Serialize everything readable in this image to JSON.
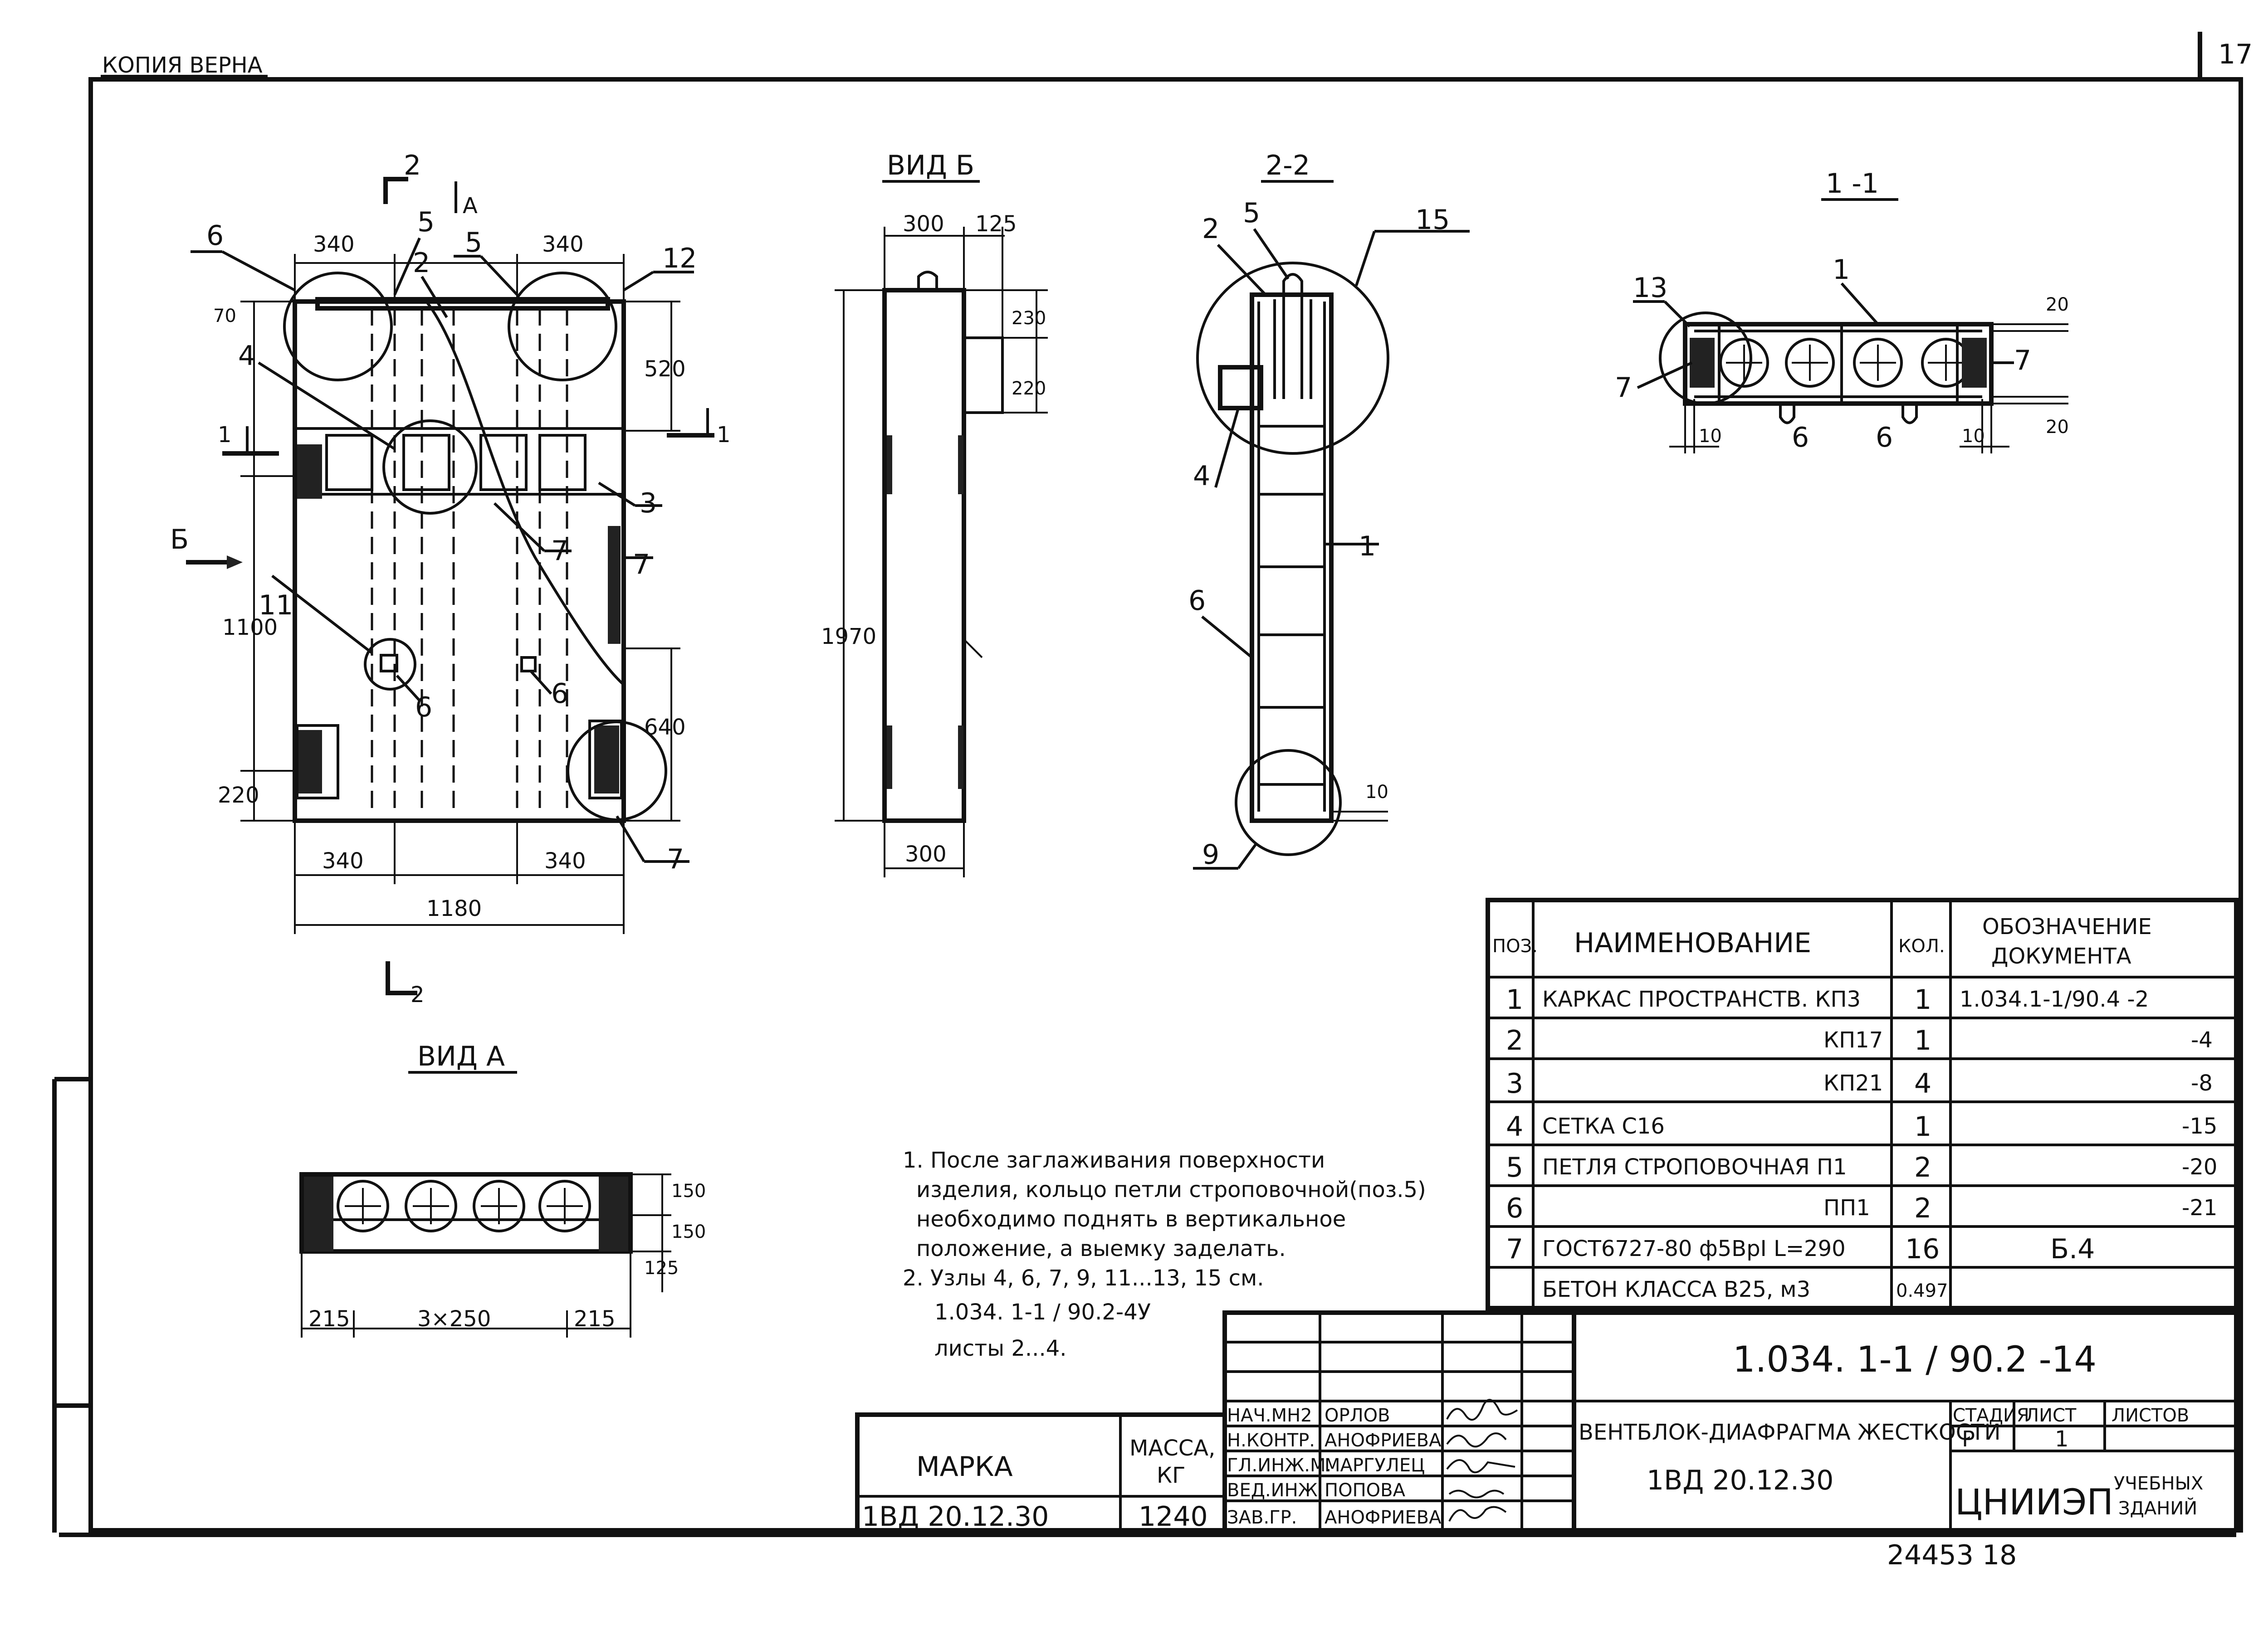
{
  "header": {
    "stamp": "КОПИЯ ВЕРНА",
    "page_number": "17"
  },
  "views": {
    "main": {
      "section_mark": "2",
      "view_mark": "А",
      "dims": {
        "top_left": "340",
        "top_right": "340",
        "d70": "70",
        "d520": "520",
        "d1100": "1100",
        "d640": "640",
        "d220": "220",
        "bottom_left": "340",
        "bottom_right": "340",
        "total": "1180"
      },
      "callouts": {
        "c6a": "6",
        "c5a": "5",
        "c5b": "5",
        "c2": "2",
        "c12": "12",
        "c4": "4",
        "c3": "3",
        "c7a": "7",
        "c7b": "7",
        "c11": "11",
        "c6b": "6",
        "c6c": "6",
        "c7c": "7",
        "section1": "1",
        "section1b": "1",
        "viewB_arrow": "Б"
      },
      "bottom_section_mark": "2"
    },
    "view_b": {
      "title": "ВИД Б",
      "d300_top": "300",
      "d125": "125",
      "d230": "230",
      "d220": "220",
      "d1970": "1970",
      "d300_bottom": "300"
    },
    "section_22": {
      "title": "2-2",
      "c2": "2",
      "c5": "5",
      "c15": "15",
      "c4": "4",
      "c1": "1",
      "c6": "6",
      "c9": "9",
      "d10": "10"
    },
    "section_11": {
      "title": "1 -1",
      "c1": "1",
      "c13": "13",
      "c7a": "7",
      "c7b": "7",
      "c6a": "6",
      "c6b": "6",
      "d20a": "20",
      "d20b": "20",
      "d10a": "10",
      "d10b": "10"
    },
    "view_a": {
      "title": "ВИД А",
      "d215a": "215",
      "dmid": "3×250",
      "d215b": "215",
      "d150a": "150",
      "d150b": "150",
      "d125": "125"
    }
  },
  "notes": [
    "1. После заглаживания поверхности",
    "изделия, кольцо петли строповочной(поз.5)",
    "необходимо поднять в вертикальное",
    "положение, а выемку заделать.",
    "2. Узлы 4, 6, 7, 9, 11...13, 15 см.",
    "1.034. 1-1 / 90.2-4У",
    "листы 2...4."
  ],
  "spec_table": {
    "headers": {
      "pos": "ПОЗ.",
      "name": "НАИМЕНОВАНИЕ",
      "qty": "КОЛ.",
      "doc_line1": "ОБОЗНАЧЕНИЕ",
      "doc_line2": "ДОКУМЕНТА"
    },
    "rows": [
      {
        "pos": "1",
        "name": "КАРКАС ПРОСТРАНСТВ. КП3",
        "qty": "1",
        "doc": "1.034.1-1/90.4 -2"
      },
      {
        "pos": "2",
        "name": "КП17",
        "qty": "1",
        "doc": "-4"
      },
      {
        "pos": "3",
        "name": "КП21",
        "qty": "4",
        "doc": "-8"
      },
      {
        "pos": "4",
        "name": "СЕТКА С16",
        "qty": "1",
        "doc": "-15"
      },
      {
        "pos": "5",
        "name": "ПЕТЛЯ СТРОПОВОЧНАЯ П1",
        "qty": "2",
        "doc": "-20"
      },
      {
        "pos": "6",
        "name": "ПП1",
        "qty": "2",
        "doc": "-21"
      },
      {
        "pos": "7",
        "name": "ГОСТ6727-80 ф5ВрI L=290",
        "qty": "16",
        "doc": "Б.4"
      },
      {
        "pos": "",
        "name": "БЕТОН КЛАССА В25, м3",
        "qty": "0.497",
        "doc": ""
      }
    ]
  },
  "mark_table": {
    "mark_header": "МАРКА",
    "mass_header_1": "МАССА,",
    "mass_header_2": "КГ",
    "mark": "1ВД 20.12.30",
    "mass": "1240"
  },
  "title_block": {
    "doc_number": "1.034. 1-1 / 90.2 -14",
    "title": "ВЕНТБЛОК-ДИАФРАГМА ЖЕСТКОСТИ",
    "product": "1ВД 20.12.30",
    "stage_label": "СТАДИЯ",
    "sheet_label": "ЛИСТ",
    "sheets_label": "ЛИСТОВ",
    "stage": "Р",
    "sheet": "1",
    "sheets": "",
    "org": "ЦНИИЭП",
    "org_sub_1": "УЧЕБНЫХ",
    "org_sub_2": "ЗДАНИЙ",
    "signers": [
      {
        "role": "НАЧ.МН2",
        "name": "ОРЛОВ"
      },
      {
        "role": "Н.КОНТР.",
        "name": "АНОФРИЕВА"
      },
      {
        "role": "ГЛ.ИНЖ.М.",
        "name": "МАРГУЛЕЦ"
      },
      {
        "role": "ВЕД.ИНЖ.",
        "name": "ПОПОВА"
      },
      {
        "role": "ЗАВ.ГР.",
        "name": "АНОФРИЕВА"
      }
    ]
  },
  "footer": {
    "archive_number": "24453 18"
  }
}
